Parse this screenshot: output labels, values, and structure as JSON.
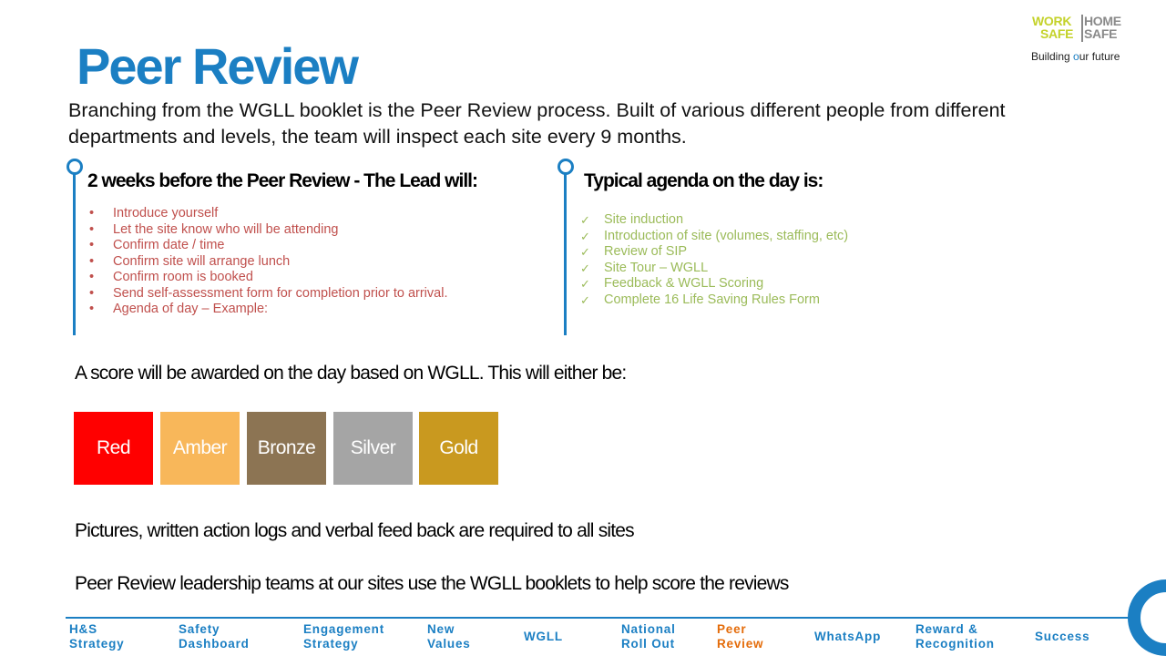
{
  "logo": {
    "work": "WORK",
    "safe_left": "SAFE",
    "home": "HOME",
    "safe_right": "SAFE",
    "tagline_pre": "Building ",
    "tagline_o": "o",
    "tagline_post": "ur future",
    "colors": {
      "green": "#c4d22a",
      "grey": "#8a8a8a",
      "blue": "#1b7fc3"
    }
  },
  "title": "Peer Review",
  "intro": "Branching from the WGLL booklet is the Peer Review process. Built of various different people from different departments and levels, the team will inspect each site every 9 months.",
  "lead_column": {
    "heading": "2 weeks before the Peer Review  - The Lead will:",
    "items": [
      "Introduce yourself",
      "Let the site know who will be attending",
      "Confirm date / time",
      "Confirm site will arrange lunch",
      "Confirm room is booked",
      "Send self-assessment form for completion prior to arrival.",
      "Agenda of day – Example:"
    ]
  },
  "agenda_column": {
    "heading": "Typical agenda on the day is:",
    "items": [
      "Site induction",
      "Introduction of site (volumes, staffing, etc)",
      "Review of SIP",
      "Site Tour – WGLL",
      "Feedback & WGLL Scoring",
      "Complete 16 Life Saving Rules Form"
    ]
  },
  "score_text": "A score will be awarded on the day based on WGLL. This will either be:",
  "scores": [
    {
      "label": "Red",
      "color": "#ff0000"
    },
    {
      "label": "Amber",
      "color": "#f8b75a"
    },
    {
      "label": "Bronze",
      "color": "#8c7453"
    },
    {
      "label": "Silver",
      "color": "#a5a5a5"
    },
    {
      "label": "Gold",
      "color": "#c9991f"
    }
  ],
  "paragraph_1": "Pictures, written action logs and verbal feed back are required to all sites",
  "paragraph_2": "Peer Review leadership teams at our sites use the WGLL booklets to help  score the reviews",
  "nav": [
    {
      "label": "H&S\nStrategy"
    },
    {
      "label": "Safety\nDashboard"
    },
    {
      "label": "Engagement\nStrategy"
    },
    {
      "label": "New\nValues"
    },
    {
      "label": "WGLL"
    },
    {
      "label": "National\nRoll Out"
    },
    {
      "label": "Peer\nReview",
      "active": true
    },
    {
      "label": "WhatsApp"
    },
    {
      "label": "Reward &\nRecognition"
    },
    {
      "label": "Success"
    }
  ],
  "colors": {
    "accent_blue": "#1b7fc3",
    "lead_text": "#c0504d",
    "agenda_text": "#9bbb59",
    "active_nav": "#e46c0a"
  }
}
